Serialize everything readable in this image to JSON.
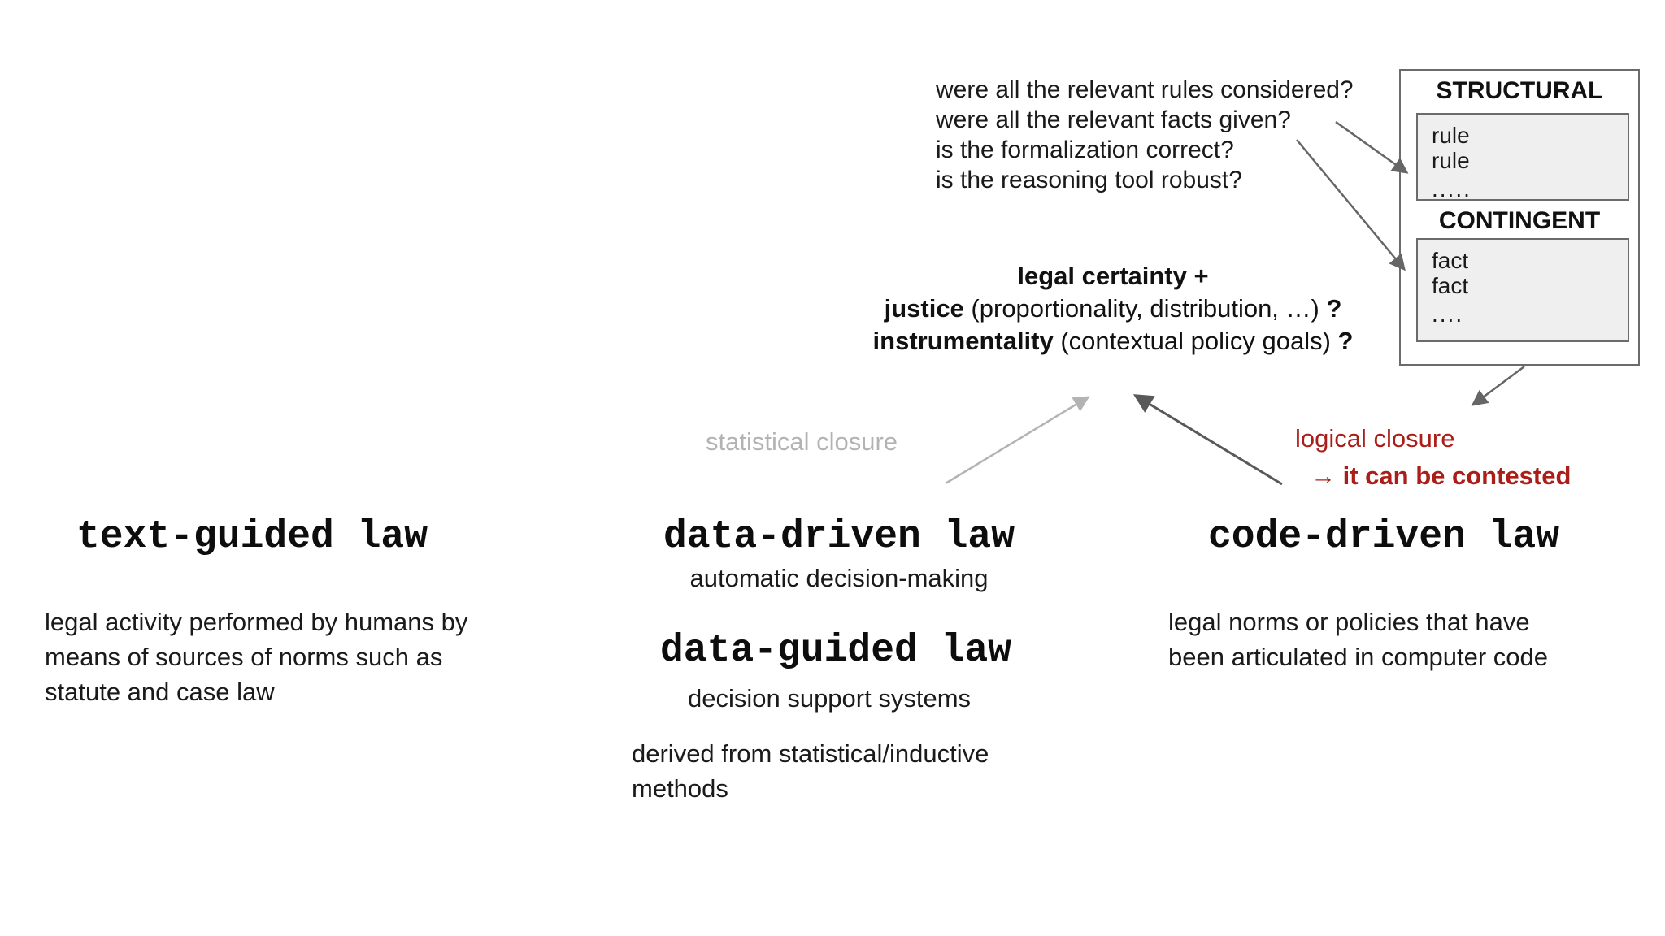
{
  "questions": {
    "lines": [
      "were all the relevant rules considered?",
      "were all the relevant facts given?",
      "is the formalization correct?",
      "is the reasoning tool robust?"
    ]
  },
  "rule_fact_box": {
    "structural_label": "STRUCTURAL",
    "structural_items": [
      "rule",
      "rule",
      "....."
    ],
    "contingent_label": "CONTINGENT",
    "contingent_items": [
      "fact",
      "fact",
      "...."
    ]
  },
  "criteria": {
    "line1": "legal certainty +",
    "line2_lead": "justice",
    "line2_body": " (proportionality, distribution, …) ",
    "line2_mark": "?",
    "line3_lead": "instrumentality",
    "line3_body": " (contextual policy goals) ",
    "line3_mark": "?"
  },
  "closures": {
    "statistical_label": "statistical closure",
    "logical_label": "logical closure",
    "contested_note": "→ it can be contested"
  },
  "columns": {
    "text_guided": {
      "heading": "text-guided law",
      "description": [
        "legal activity performed by humans by",
        "means of sources of norms such as",
        "statute and case law"
      ]
    },
    "data_driven": {
      "heading": "data-driven law",
      "subtitle": "automatic decision-making",
      "heading2": "data-guided law",
      "subtitle2": "decision support systems",
      "description": [
        "derived from statistical/inductive",
        "methods"
      ]
    },
    "code_driven": {
      "heading": "code-driven law",
      "description": [
        "legal norms or policies that have",
        "been articulated in computer code"
      ]
    }
  },
  "colors": {
    "accent_red": "#aa1e19",
    "muted_gray": "#b3b3b3",
    "arrow_gray": "#666666",
    "panel_fill": "#efefef"
  }
}
